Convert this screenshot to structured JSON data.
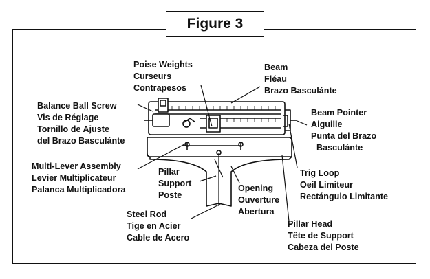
{
  "title": "Figure 3",
  "labels": {
    "poise": [
      "Poise Weights",
      "Curseurs",
      "Contrapesos"
    ],
    "beam": [
      "Beam",
      "Fléau",
      "Brazo Basculánte"
    ],
    "balance": [
      "Balance Ball Screw",
      "Vis de Réglage",
      "Tornillo de Ajuste",
      "del Brazo Basculánte"
    ],
    "pointer": [
      "Beam Pointer",
      "Aiguille",
      "Punta del Brazo",
      "Basculánte"
    ],
    "multilever": [
      "Multi-Lever Assembly",
      "Levier Multiplicateur",
      "Palanca Multiplicadora"
    ],
    "pillar": [
      "Pillar",
      "Support",
      "Poste"
    ],
    "trig": [
      "Trig Loop",
      "Oeil Limiteur",
      "Rectángulo Limitante"
    ],
    "opening": [
      "Opening",
      "Ouverture",
      "Abertura"
    ],
    "steelrod": [
      "Steel Rod",
      "Tige en Acier",
      "Cable de Acero"
    ],
    "pillarhead": [
      "Pillar Head",
      "Tête de Support",
      "Cabeza del Poste"
    ]
  }
}
